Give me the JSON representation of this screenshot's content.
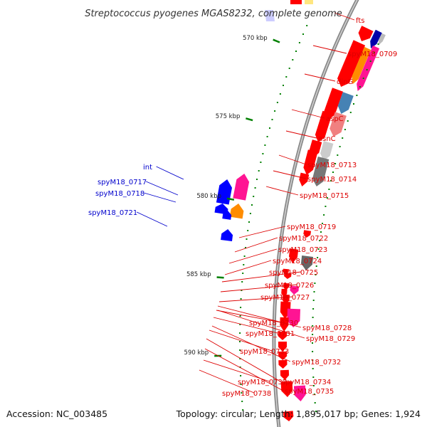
{
  "title": "Streptococcus pyogenes MGAS8232, complete genome",
  "footer": {
    "accession": "Accession: NC_003485",
    "topology": "Topology: circular; Length: 1,895,017 bp; Genes: 1,924"
  },
  "colors": {
    "forward_label": "#dd0000",
    "reverse_label": "#0000cc",
    "tick": "#008000",
    "backbone": "#888888"
  },
  "scale_labels": [
    "570 kbp",
    "575 kbp",
    "580 kbp",
    "585 kbp",
    "590 kbp"
  ],
  "forward_genes": [
    {
      "label": "fts",
      "color": "#ff0000"
    },
    {
      "label": "spyM18_0709",
      "color": "#ff0000"
    },
    {
      "label": "dinG",
      "color": "#ff1493"
    },
    {
      "label": "aspC",
      "color": "#4682b4"
    },
    {
      "label": "asnC",
      "color": "#f08080"
    },
    {
      "label": "spyM18_0713",
      "color": "#cccccc"
    },
    {
      "label": "spyM18_0714",
      "color": "#777777"
    },
    {
      "label": "spyM18_0715",
      "color": "#ff0000"
    },
    {
      "label": "spyM18_0719",
      "color": "#ff0000"
    },
    {
      "label": "spyM18_0722",
      "color": "#ff0000"
    },
    {
      "label": "spyM18_0723",
      "color": "#666666"
    },
    {
      "label": "spyM18_0724",
      "color": "#ff0000"
    },
    {
      "label": "spyM18_0725",
      "color": "#ff0000"
    },
    {
      "label": "spyM18_0726",
      "color": "#ff1493"
    },
    {
      "label": "spyM18_0727",
      "color": "#ff0000"
    },
    {
      "label": "spyM18_0728",
      "color": "#ff0000"
    },
    {
      "label": "spyM18_0729",
      "color": "#ff0000"
    },
    {
      "label": "spyM18_0730",
      "color": "#ff1493"
    },
    {
      "label": "spyM18_0731",
      "color": "#ff0000"
    },
    {
      "label": "spyM18_0732",
      "color": "#ff0000"
    },
    {
      "label": "spyM18_0733",
      "color": "#ff0000"
    },
    {
      "label": "spyM18_0734",
      "color": "#ff0000"
    },
    {
      "label": "spyM18_0735",
      "color": "#ff0000"
    },
    {
      "label": "spyM18_0737",
      "color": "#ff0000"
    },
    {
      "label": "spyM18_0738",
      "color": "#ff1493"
    }
  ],
  "reverse_genes": [
    {
      "label": "int",
      "color": "#ff1493"
    },
    {
      "label": "spyM18_0717",
      "color": "#0000ff"
    },
    {
      "label": "spyM18_0718",
      "color": "#ff8c00"
    },
    {
      "label": "spyM18_0721",
      "color": "#0000ff"
    }
  ]
}
